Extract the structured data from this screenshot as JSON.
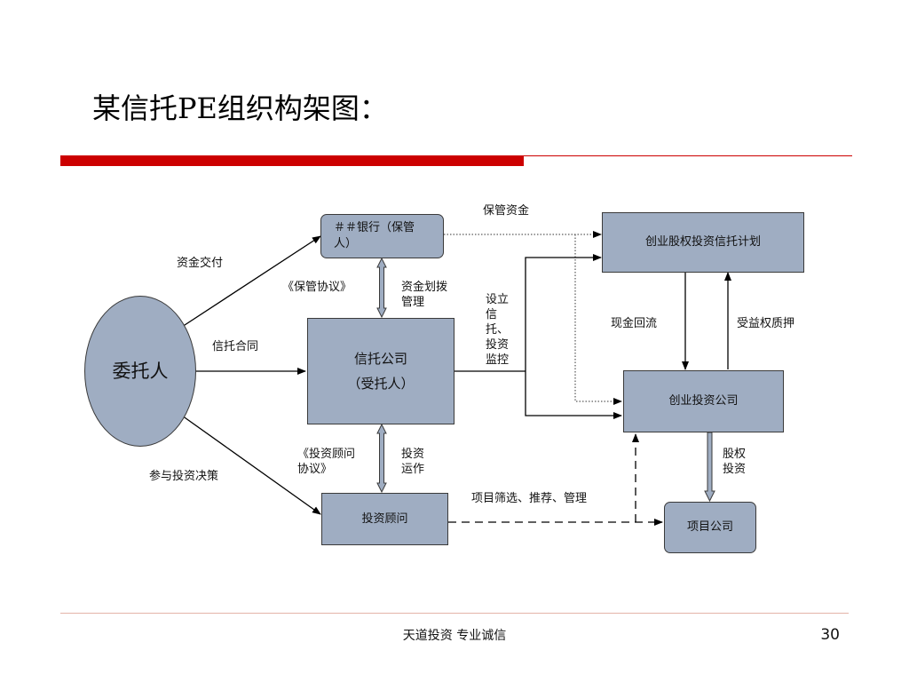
{
  "slide": {
    "title": "某信托PE组织构架图：",
    "footer": "天道投资   专业诚信",
    "page_number": "30"
  },
  "diagram": {
    "nodes": {
      "client": "委托人",
      "bank": "＃＃银行（保管人）",
      "trust_line1": "信托公司",
      "trust_line2": "（受托人）",
      "advisor": "投资顾问",
      "plan": "创业股权投资信托计划",
      "vc_company": "创业投资公司",
      "project_company": "项目公司"
    },
    "edge_labels": {
      "fund_delivery": "资金交付",
      "trust_contract": "信托合同",
      "investment_decision": "参与投资决策",
      "custody_agreement": "《保管协议》",
      "fund_transfer_management": "资金划拨管理",
      "custody_funds": "保管资金",
      "establish_trust": "设立信托、投资监控",
      "advisory_agreement": "《投资顾问协议》",
      "investment_operation": "投资运作",
      "project_screening": "项目筛选、推荐、管理",
      "cash_return": "现金回流",
      "beneficial_pledge": "受益权质押",
      "equity_investment": "股权投资"
    },
    "colors": {
      "node_fill": "#9fadc2",
      "node_border": "#3a3a3a",
      "accent_red": "#cc0000"
    }
  }
}
